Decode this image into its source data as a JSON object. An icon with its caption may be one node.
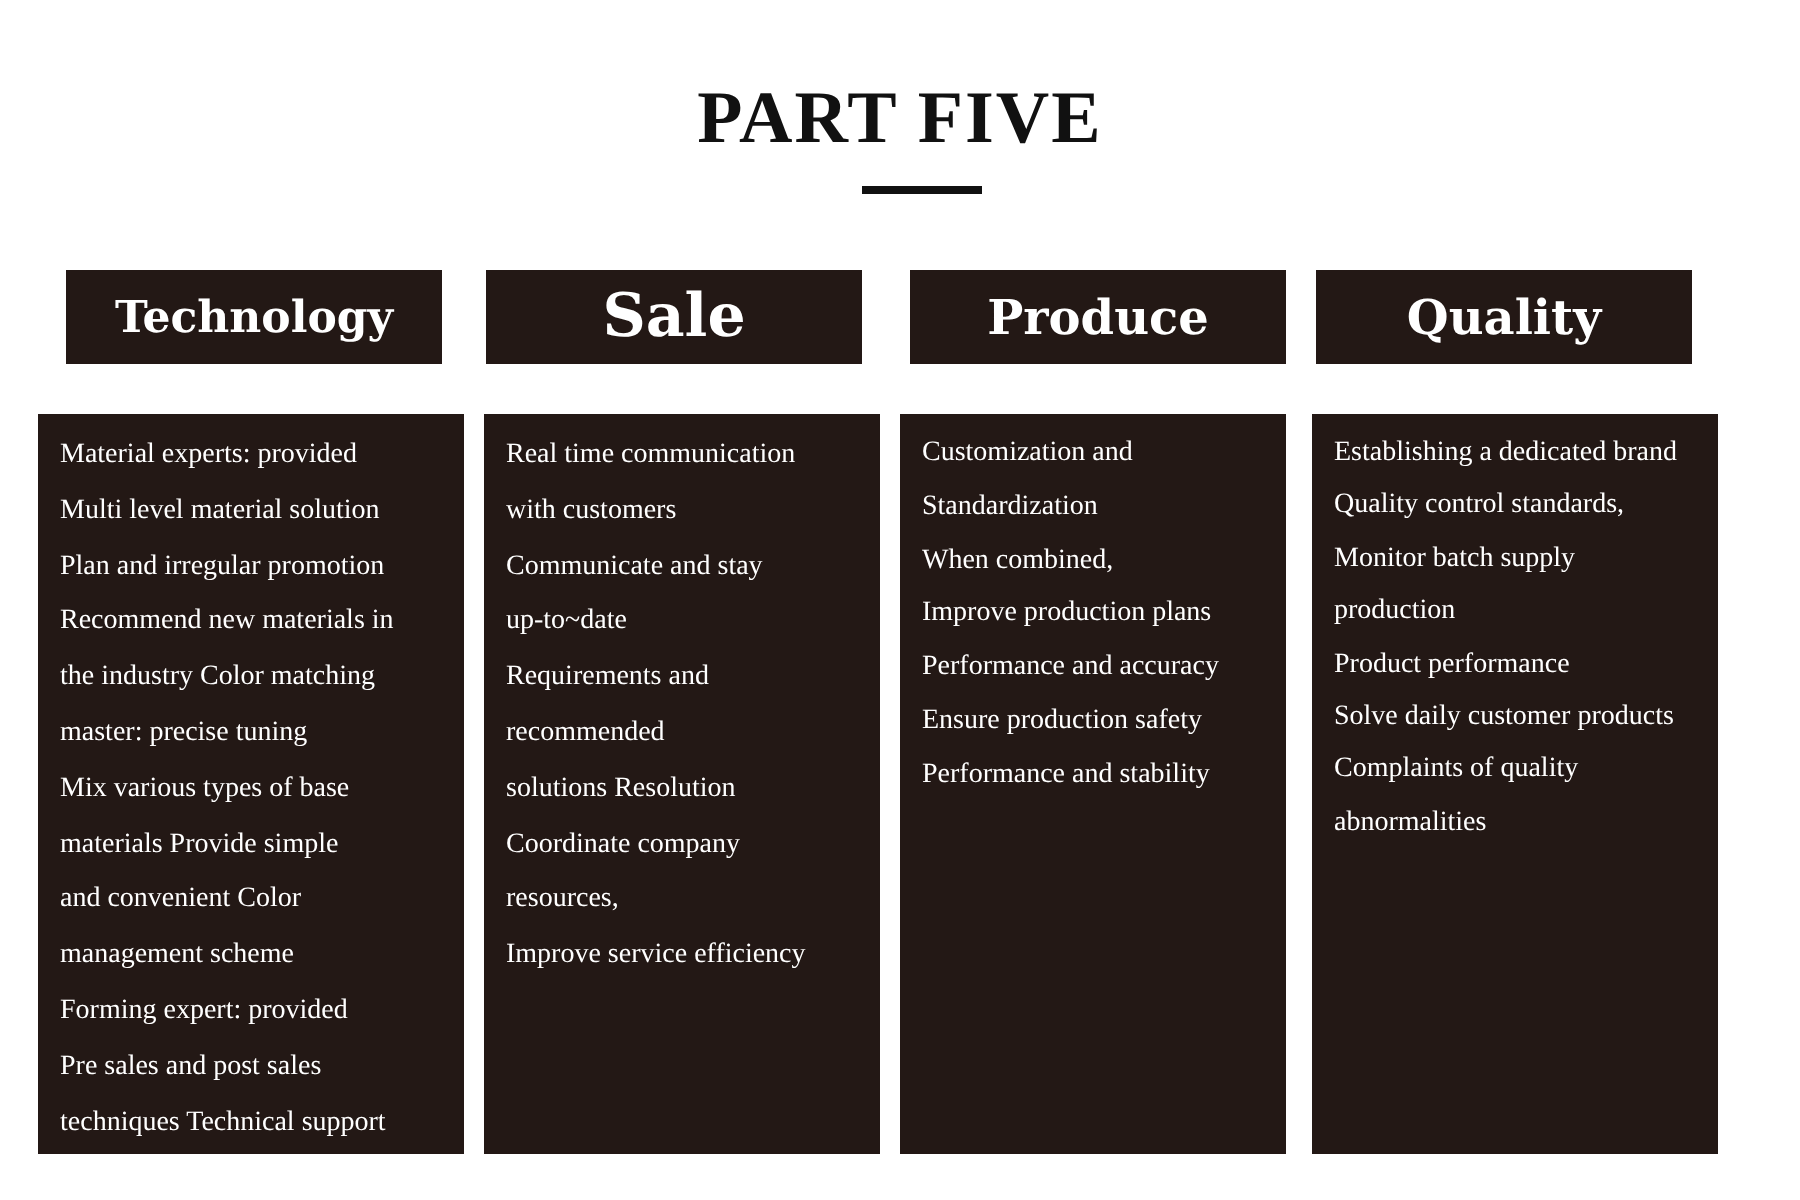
{
  "diagram": {
    "title": "PART FIVE",
    "nodes": [
      {
        "text": [
          "Technology"
        ]
      },
      {
        "text": [
          "Sale"
        ]
      },
      {
        "text": [
          "Produce"
        ]
      },
      {
        "text": [
          "Quality"
        ]
      },
      {
        "text": [
          "Material experts: provided",
          "Multi level material solution",
          "Plan and irregular promotion",
          "Recommend new materials in",
          "the industry Color matching",
          "master: precise tuning",
          "Mix various types of base",
          "materials Provide simple",
          "and convenient Color",
          "management scheme",
          "Forming expert: provided",
          "Pre sales and post sales",
          "techniques Technical support"
        ]
      },
      {
        "text": [
          "Real time communication",
          "with customers",
          "Communicate and stay",
          "up-to~date",
          "Requirements and",
          "recommended",
          "solutions Resolution",
          "Coordinate company",
          "resources,",
          "Improve service efficiency"
        ]
      },
      {
        "text": [
          "Customization and",
          "Standardization",
          "When combined,",
          "Improve production plans",
          "Performance and accuracy",
          "Ensure production safety",
          "Performance and stability"
        ]
      },
      {
        "text": [
          "Establishing a dedicated brand",
          "Quality control standards,",
          "Monitor batch supply",
          "production",
          "Product performance",
          "Solve daily customer products",
          "Complaints of quality",
          "abnormalities"
        ]
      }
    ]
  }
}
